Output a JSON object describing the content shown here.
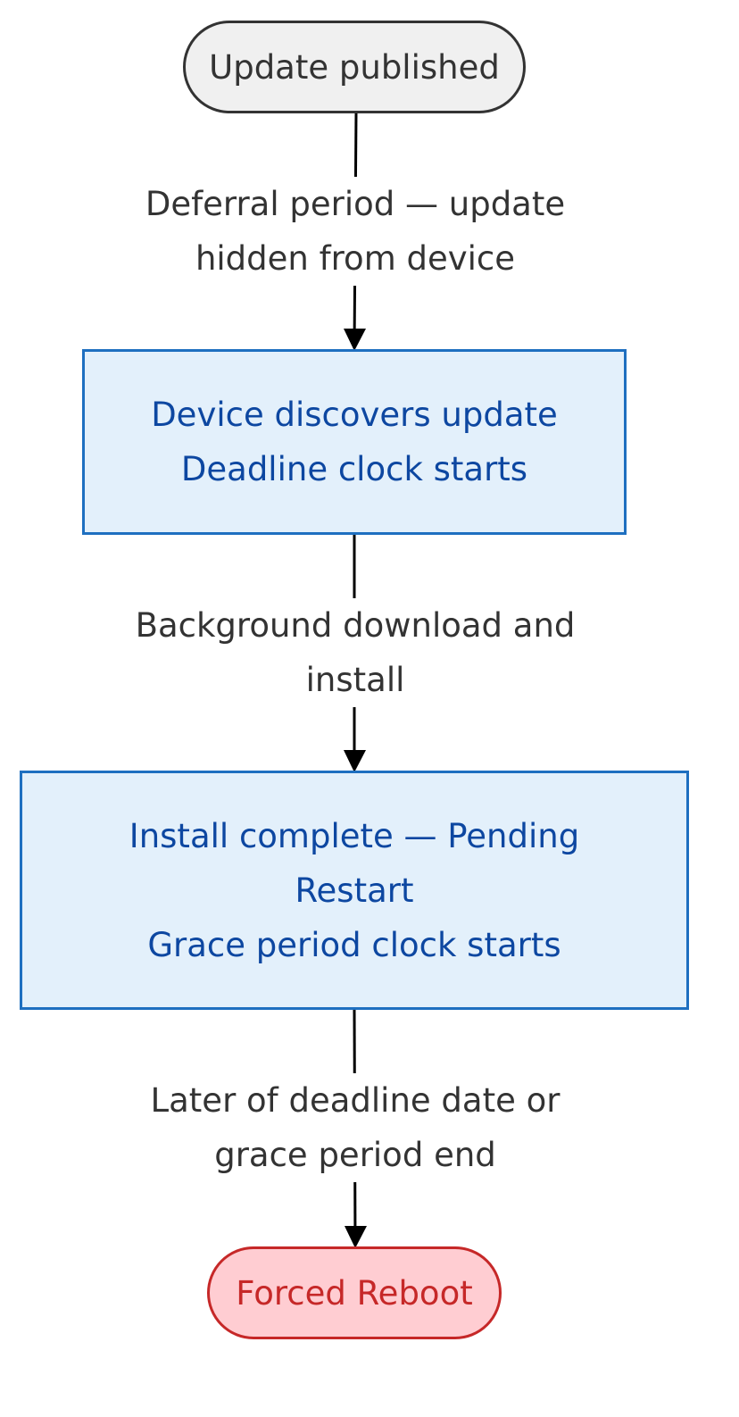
{
  "nodes": {
    "start": {
      "label": "Update published"
    },
    "discover": {
      "lines": [
        "Device discovers update",
        "Deadline clock starts"
      ]
    },
    "pending": {
      "lines": [
        "Install complete — Pending",
        "Restart",
        "Grace period clock starts"
      ]
    },
    "end": {
      "label": "Forced Reboot"
    }
  },
  "edges": [
    {
      "from": "start",
      "to": "discover",
      "lines": [
        "Deferral period — update",
        "hidden from device"
      ]
    },
    {
      "from": "discover",
      "to": "pending",
      "lines": [
        "Background download and",
        "install"
      ]
    },
    {
      "from": "pending",
      "to": "end",
      "lines": [
        "Later of deadline date or",
        "grace period end"
      ]
    }
  ],
  "colors": {
    "start_fill": "#f0f0f0",
    "start_stroke": "#333333",
    "process_fill": "#e3f0fb",
    "process_stroke": "#1e6fc0",
    "process_text": "#0d47a1",
    "end_fill": "#ffcdd2",
    "end_stroke": "#c62828",
    "end_text": "#c62828",
    "edge": "#000000"
  }
}
